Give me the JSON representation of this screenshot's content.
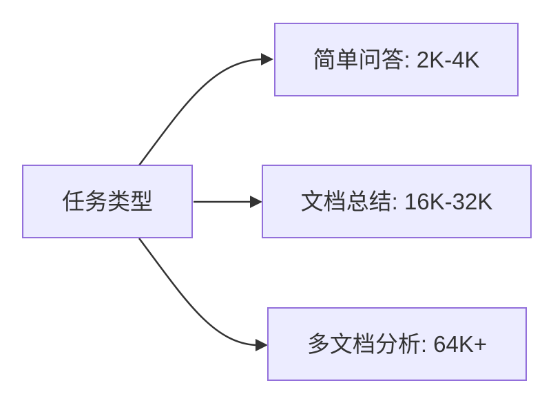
{
  "diagram": {
    "type": "flowchart-LR",
    "root": {
      "id": "task-type",
      "label": "任务类型"
    },
    "nodes": [
      {
        "id": "simple-qa",
        "label": "简单问答: 2K-4K"
      },
      {
        "id": "doc-summary",
        "label": "文档总结: 16K-32K"
      },
      {
        "id": "multi-doc-analysis",
        "label": "多文档分析: 64K+"
      }
    ],
    "edges": [
      {
        "from": "任务类型",
        "to": "简单问答: 2K-4K"
      },
      {
        "from": "任务类型",
        "to": "文档总结: 16K-32K"
      },
      {
        "from": "任务类型",
        "to": "多文档分析: 64K+"
      }
    ],
    "colors": {
      "node_fill": "#ECECFF",
      "node_border": "#9370DB",
      "text": "#333333",
      "edge": "#333333",
      "background": "#FFFFFF"
    }
  }
}
